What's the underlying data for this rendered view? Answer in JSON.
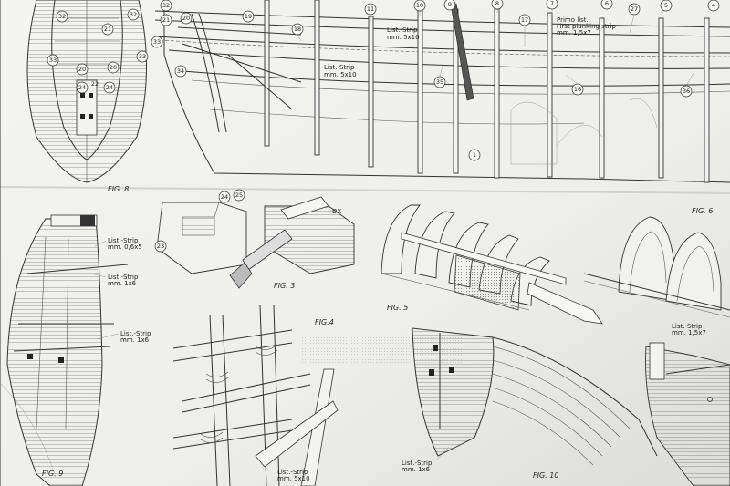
{
  "sheet": {
    "paper_color": "#efefec",
    "ink_color": "#2a2a2a"
  },
  "figures": {
    "fig3": "FIG. 3",
    "fig4": "FIG.4",
    "fig5": "FIG. 5",
    "fig6": "FIG. 6",
    "fig8": "FIG. 8",
    "fig9": "FIG. 9",
    "fig10": "FIG. 10"
  },
  "labels": {
    "strip_5x10_top_1": "List.-Strip",
    "strip_5x10_top_2": "mm. 5x10",
    "strip_5x10_mid_1": "List.-Strip",
    "strip_5x10_mid_2": "mm. 5x10",
    "primo_1": "Primo list.",
    "primo_2": "First planking strip",
    "primo_3": "mm. 1,5x7",
    "fig9_strip_a_1": "List.-Strip",
    "fig9_strip_a_2": "mm. 0,6x5",
    "fig9_strip_b_1": "List.-Strip",
    "fig9_strip_b_2": "mm. 1x6",
    "fig9_strip_c_1": "List.-Strip",
    "fig9_strip_c_2": "mm. 1x6",
    "fig4_strip_1": "List.-Strip",
    "fig4_strip_2": "mm. 5x10",
    "fig10_strip_1": "List.-Strip",
    "fig10_strip_2": "mm. 1x6",
    "fig6_strip_1": "List.-Strip",
    "fig6_strip_2": "mm. 1,5x7",
    "dx": "DX"
  },
  "part_numbers": {
    "p11": "11",
    "p10": "10",
    "p9": "9",
    "p8": "8",
    "p7": "7",
    "p6": "6",
    "p17": "17",
    "p27": "27",
    "p5": "5",
    "p4": "4",
    "p19": "19",
    "p18": "18",
    "p21": "21",
    "p20": "20",
    "p33": "33",
    "p34": "34",
    "p32": "32",
    "p35": "35",
    "p16": "16",
    "p36": "36",
    "p1": "1",
    "p24": "24",
    "p25": "25",
    "p23": "23",
    "f8_32a": "32",
    "f8_32b": "32",
    "f8_21": "21",
    "f8_33a": "33",
    "f8_33b": "33",
    "f8_20a": "20",
    "f8_20b": "20",
    "f8_24a": "24",
    "f8_24b": "24",
    "f8_22": "22"
  }
}
